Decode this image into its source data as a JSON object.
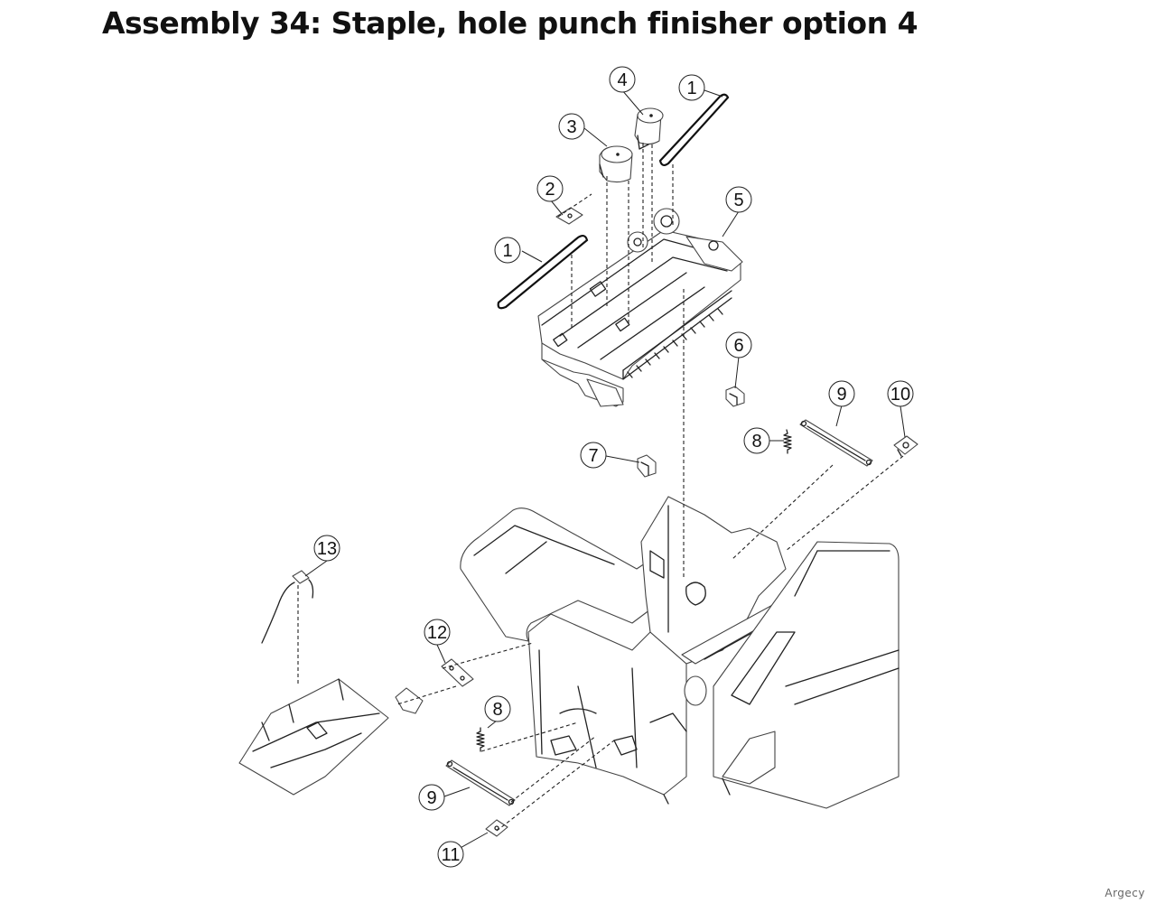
{
  "title": "Assembly 34: Staple, hole punch finisher option 4",
  "watermark": "Argecy",
  "callouts": {
    "c1a": "1",
    "c1b": "1",
    "c2": "2",
    "c3": "3",
    "c4": "4",
    "c5": "5",
    "c6": "6",
    "c7": "7",
    "c8a": "8",
    "c8b": "8",
    "c9a": "9",
    "c9b": "9",
    "c10": "10",
    "c11": "11",
    "c12": "12",
    "c13": "13"
  },
  "colors": {
    "line": "#222222",
    "background": "#ffffff"
  }
}
